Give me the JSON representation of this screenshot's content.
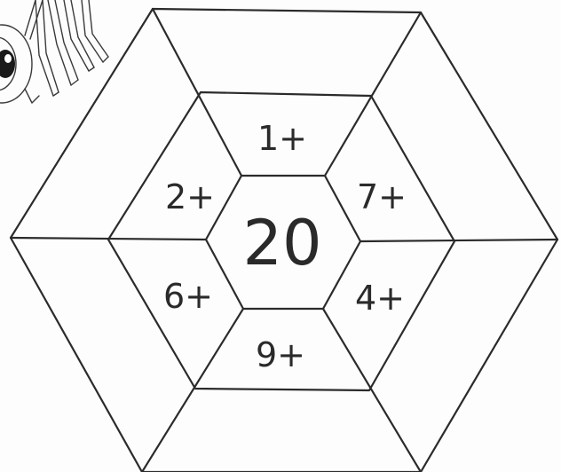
{
  "puzzle": {
    "center_number": "20",
    "addends": {
      "top": "1+",
      "upper_right": "7+",
      "lower_right": "4+",
      "bottom": "9+",
      "lower_left": "6+",
      "upper_left": "2+"
    }
  },
  "icons": {
    "spider": "spider-icon"
  },
  "colors": {
    "line": "#2b2b2b",
    "background": "#ffffff"
  }
}
